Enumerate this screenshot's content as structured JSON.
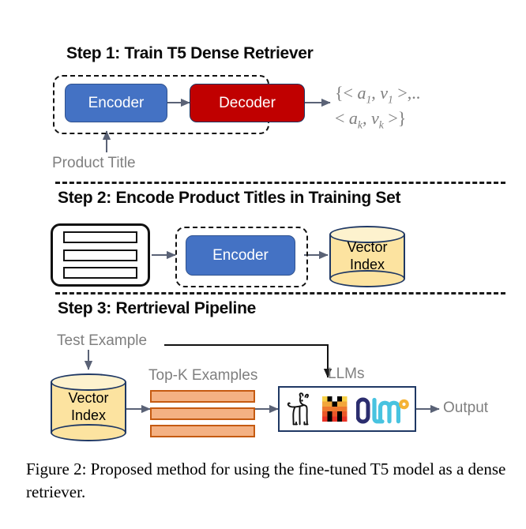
{
  "figure": {
    "caption": "Figure 2: Proposed method for using the fine-tuned T5 model as a dense retriever."
  },
  "steps": [
    {
      "id": "step1",
      "title": "Step 1: Train T5 Dense Retriever",
      "nodes": [
        {
          "name": "encoder",
          "label": "Encoder",
          "color": "#4472C4"
        },
        {
          "name": "decoder",
          "label": "Decoder",
          "color": "#C00000"
        }
      ],
      "input_label": "Product Title",
      "output_formula": {
        "line1": "{< a1, v1 >,..",
        "line2": "< ak, vk >}",
        "tokens": {
          "open_brace": "{",
          "lt": "<",
          "a": "a",
          "sub1": "1",
          "subk": "k",
          "comma": ",",
          "v": "v",
          "gt": ">",
          "ellipsis": ",..",
          "close_brace": "}"
        }
      }
    },
    {
      "id": "step2",
      "title": "Step 2: Encode Product Titles in Training Set",
      "dataset_icon": "table-rows-icon",
      "nodes": [
        {
          "name": "encoder",
          "label": "Encoder",
          "color": "#4472C4"
        }
      ],
      "store": {
        "line1": "Vector",
        "line2": "Index",
        "color": "#FCE3A0"
      }
    },
    {
      "id": "step3",
      "title": "Step 3: Rertrieval Pipeline",
      "test_label": "Test Example",
      "store": {
        "line1": "Vector",
        "line2": "Index",
        "color": "#FCE3A0"
      },
      "topk_label": "Top-K Examples",
      "topk_bar_count": 3,
      "topk_bar_color": "#F4B183",
      "llms_label": "LLMs",
      "llm_logos": [
        "llama-logo-icon",
        "mistral-logo-icon",
        "olmo-logo-icon"
      ],
      "output_label": "Output"
    }
  ],
  "colors": {
    "encoder_blue": "#4472C4",
    "decoder_red": "#C00000",
    "cylinder_yellow": "#FCE3A0",
    "cylinder_top": "#FDF2CE",
    "bar_orange": "#F4B183",
    "bar_border": "#C55A11",
    "gray_text": "#7F7F7F",
    "navy_border": "#1F3864",
    "arrow_gray": "#5A6276"
  }
}
